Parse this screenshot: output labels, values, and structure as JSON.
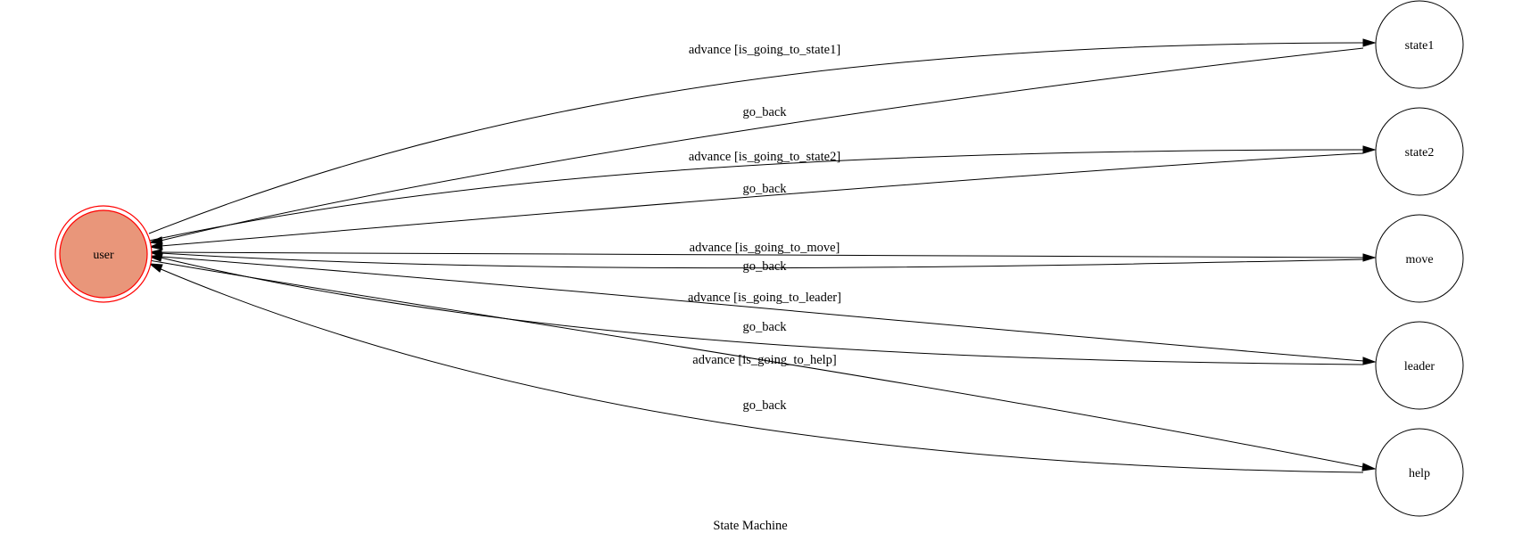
{
  "graph": {
    "title": "State Machine",
    "initial_state": "user",
    "colors": {
      "initial_fill": "#e9967a",
      "initial_border": "#ff0000",
      "state_fill": "#ffffff",
      "state_border": "#000000",
      "edge": "#000000"
    }
  },
  "nodes": [
    {
      "id": "user",
      "label": "user",
      "initial": true
    },
    {
      "id": "state1",
      "label": "state1"
    },
    {
      "id": "state2",
      "label": "state2"
    },
    {
      "id": "move",
      "label": "move"
    },
    {
      "id": "leader",
      "label": "leader"
    },
    {
      "id": "help",
      "label": "help"
    }
  ],
  "edges": [
    {
      "id": "e-advance-state1",
      "from": "user",
      "to": "state1",
      "label": "advance [is_going_to_state1]"
    },
    {
      "id": "e-back-state1",
      "from": "state1",
      "to": "user",
      "label": "go_back"
    },
    {
      "id": "e-advance-state2",
      "from": "user",
      "to": "state2",
      "label": "advance [is_going_to_state2]"
    },
    {
      "id": "e-back-state2",
      "from": "state2",
      "to": "user",
      "label": "go_back"
    },
    {
      "id": "e-advance-move",
      "from": "user",
      "to": "move",
      "label": "advance [is_going_to_move]"
    },
    {
      "id": "e-back-move",
      "from": "move",
      "to": "user",
      "label": "go_back"
    },
    {
      "id": "e-advance-leader",
      "from": "user",
      "to": "leader",
      "label": "advance [is_going_to_leader]"
    },
    {
      "id": "e-back-leader",
      "from": "leader",
      "to": "user",
      "label": "go_back"
    },
    {
      "id": "e-advance-help",
      "from": "user",
      "to": "help",
      "label": "advance [is_going_to_help]"
    },
    {
      "id": "e-back-help",
      "from": "help",
      "to": "user",
      "label": "go_back"
    }
  ]
}
